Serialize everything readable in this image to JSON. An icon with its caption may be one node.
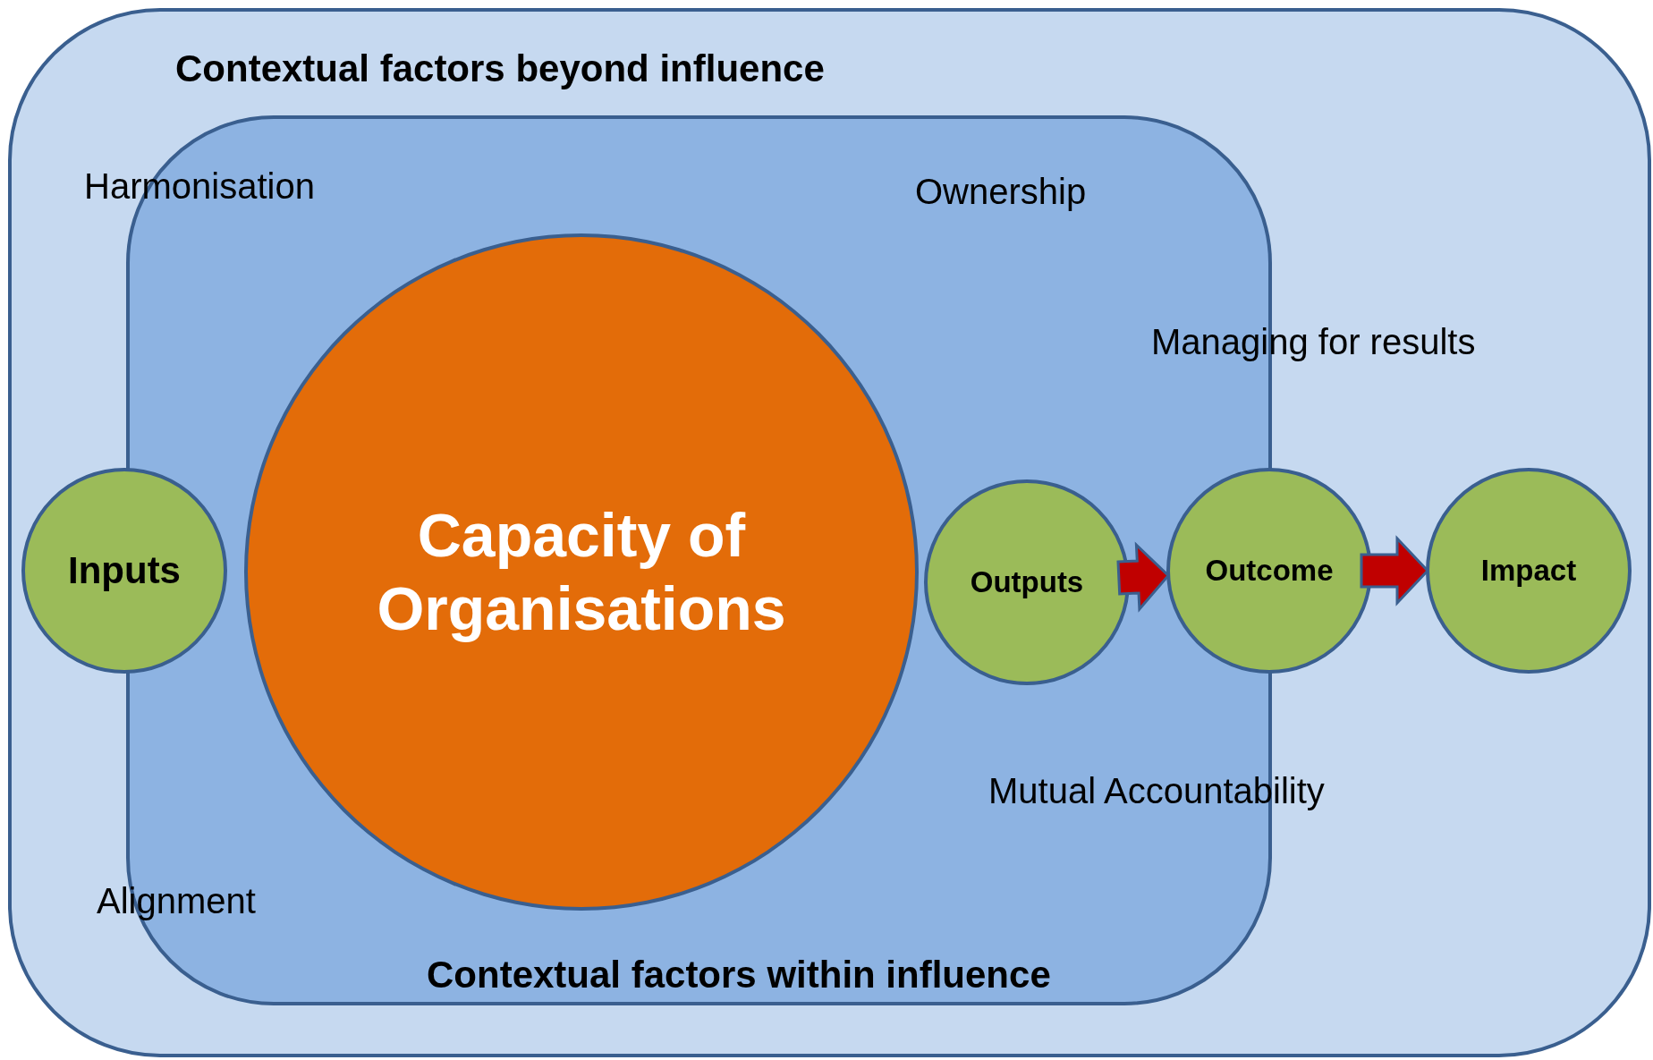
{
  "diagram": {
    "nodes": [
      {
        "text": [
          "Contextual factors beyond influence"
        ]
      },
      {
        "text": [
          "Contextual factors within influence"
        ],
        "in": 0
      },
      {
        "text": [
          "Inputs"
        ],
        "in": 0
      },
      {
        "text": [
          "Capacity of Organisations"
        ],
        "in": 1
      },
      {
        "text": [
          "Outputs"
        ],
        "in": 1
      },
      {
        "text": [
          "Outcome"
        ],
        "in": 0
      },
      {
        "text": [
          "Impact"
        ],
        "in": 0
      }
    ],
    "edges": [
      {
        "from": 4,
        "to": 5,
        "arrow": "to",
        "style": "thick",
        "color": "#c00000"
      },
      {
        "from": 5,
        "to": 6,
        "arrow": "to",
        "style": "thick",
        "color": "#c00000"
      }
    ],
    "labels": [
      "Harmonisation",
      "Ownership",
      "Managing for results",
      "Mutual Accountability",
      "Alignment"
    ]
  }
}
